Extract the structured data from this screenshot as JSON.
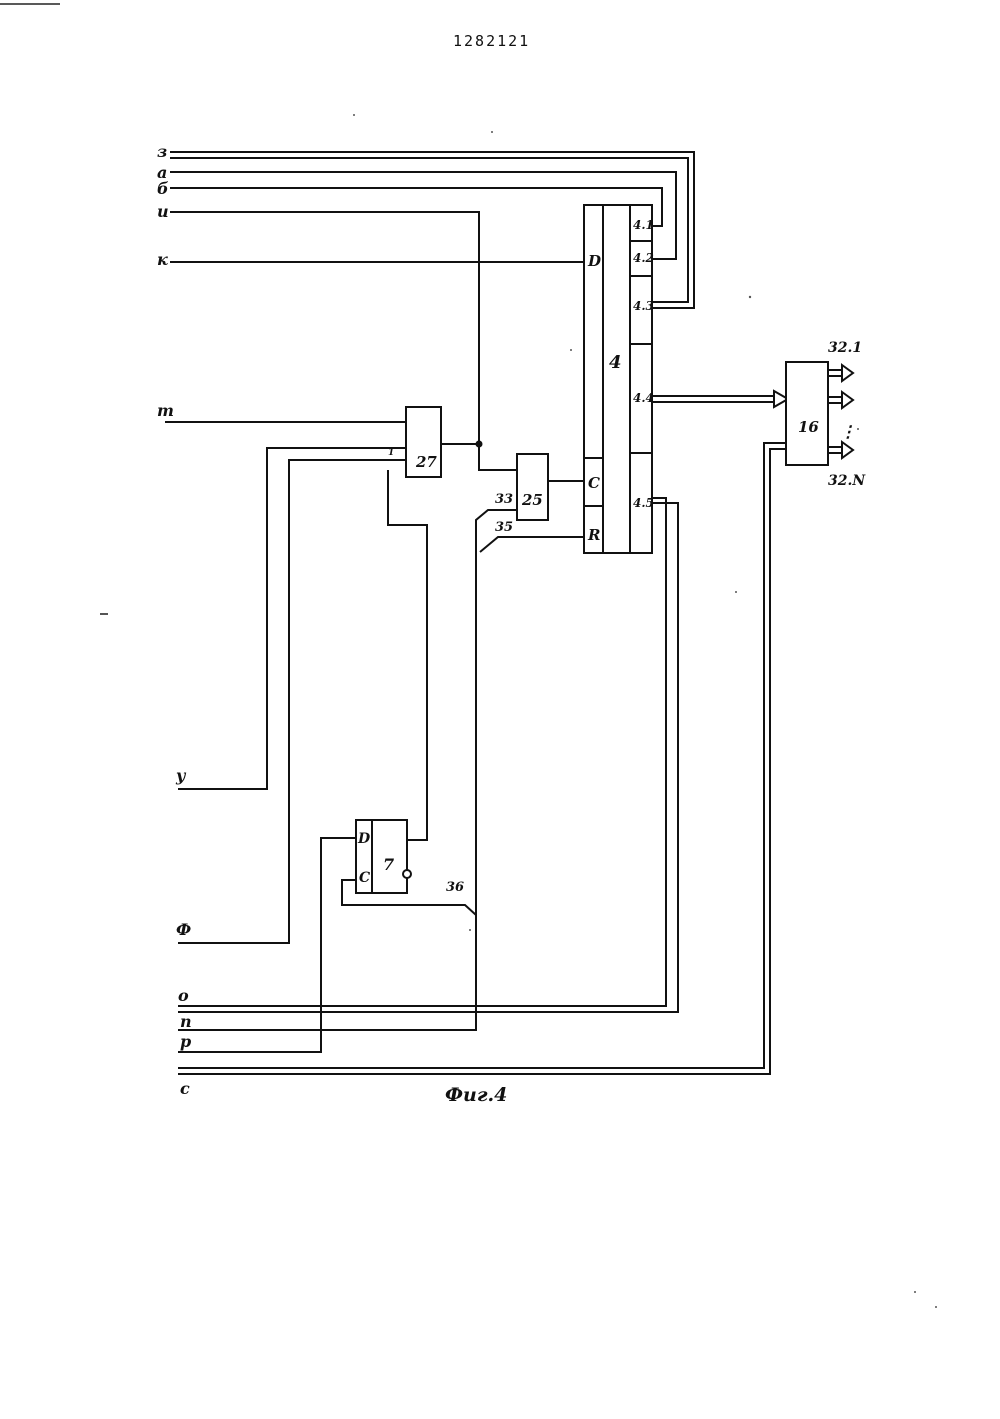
{
  "document": {
    "patent_number": "1282121",
    "figure_caption": "Фиг.4"
  },
  "inputs": {
    "z": "з",
    "a": "а",
    "b": "б",
    "i": "и",
    "k": "к",
    "t": "т",
    "u": "у",
    "f": "Ф",
    "o": "о",
    "p": "п",
    "r": "р",
    "s": "с"
  },
  "blocks": {
    "b4": {
      "label": "4",
      "pin_d": "D",
      "pin_c": "C",
      "pin_r": "R",
      "out_1": "4.1",
      "out_2": "4.2",
      "out_3": "4.3",
      "out_4": "4.4",
      "out_5": "4.5"
    },
    "b7": {
      "label": "7",
      "pin_d": "D",
      "pin_c": "C"
    },
    "b16": {
      "label": "16"
    },
    "b25": {
      "label": "25"
    },
    "b27": {
      "label": "27",
      "pin_1": "1"
    }
  },
  "nodes": {
    "n33": "33",
    "n35": "35",
    "n36": "36"
  },
  "outputs": {
    "first": "32.1",
    "ellipsis": "⋮",
    "last": "32.N"
  }
}
